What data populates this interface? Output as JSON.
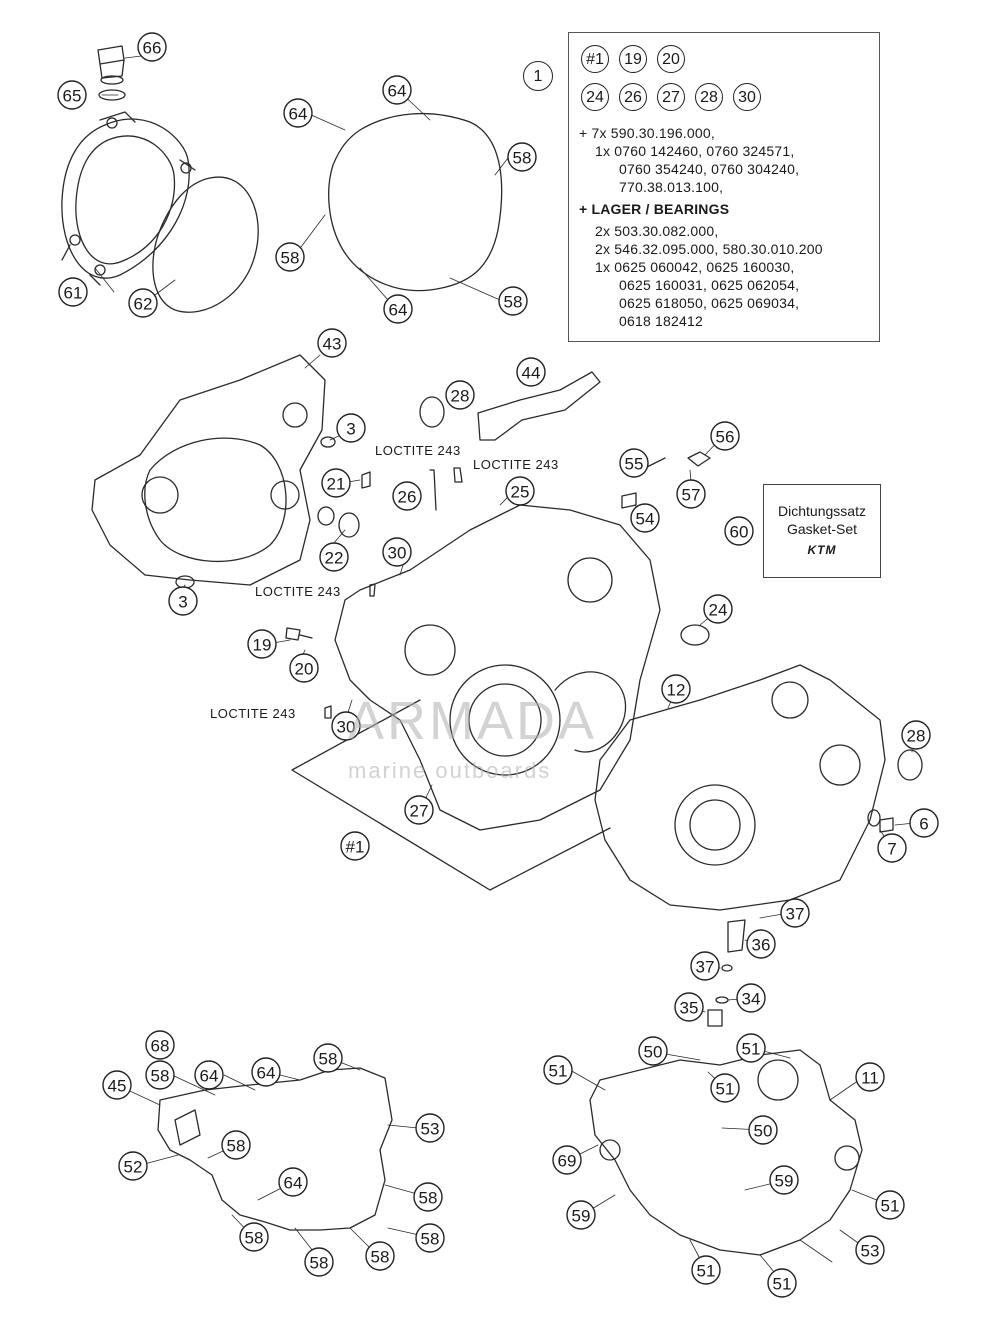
{
  "info_box": {
    "callout": "1",
    "row1": [
      "#1",
      "19",
      "20"
    ],
    "row2": [
      "24",
      "26",
      "27",
      "28",
      "30"
    ],
    "lines": [
      "+ 7x 590.30.196.000,",
      "1x 0760 142460, 0760 324571,",
      "0760 354240, 0760 304240,",
      "770.38.013.100,",
      "+ LAGER / BEARINGS",
      "2x 503.30.082.000,",
      "2x 546.32.095.000, 580.30.010.200",
      "1x 0625 060042, 0625 160030,",
      "0625 160031, 0625 062054,",
      "0625 618050, 0625 069034,",
      "0618 182412"
    ]
  },
  "gasket_box": {
    "line1": "Dichtungssatz",
    "line2": "Gasket-Set",
    "logo": "KTM",
    "callout": "60"
  },
  "loctite_labels": [
    "LOCTITE 243",
    "LOCTITE 243",
    "LOCTITE 243",
    "LOCTITE 243"
  ],
  "watermark": {
    "main": "ARMADA",
    "sub": "marine outboards"
  },
  "callouts": [
    "66",
    "65",
    "61",
    "62",
    "64",
    "64",
    "64",
    "58",
    "58",
    "58",
    "43",
    "3",
    "3",
    "21",
    "22",
    "28",
    "44",
    "25",
    "26",
    "30",
    "19",
    "20",
    "30",
    "27",
    "#1",
    "55",
    "56",
    "57",
    "54",
    "24",
    "12",
    "28",
    "6",
    "7",
    "37",
    "36",
    "37",
    "34",
    "35",
    "68",
    "58",
    "45",
    "64",
    "64",
    "58",
    "53",
    "58",
    "52",
    "64",
    "58",
    "58",
    "58",
    "58",
    "58",
    "51",
    "50",
    "51",
    "51",
    "11",
    "50",
    "69",
    "59",
    "59",
    "51",
    "53",
    "51",
    "51"
  ]
}
